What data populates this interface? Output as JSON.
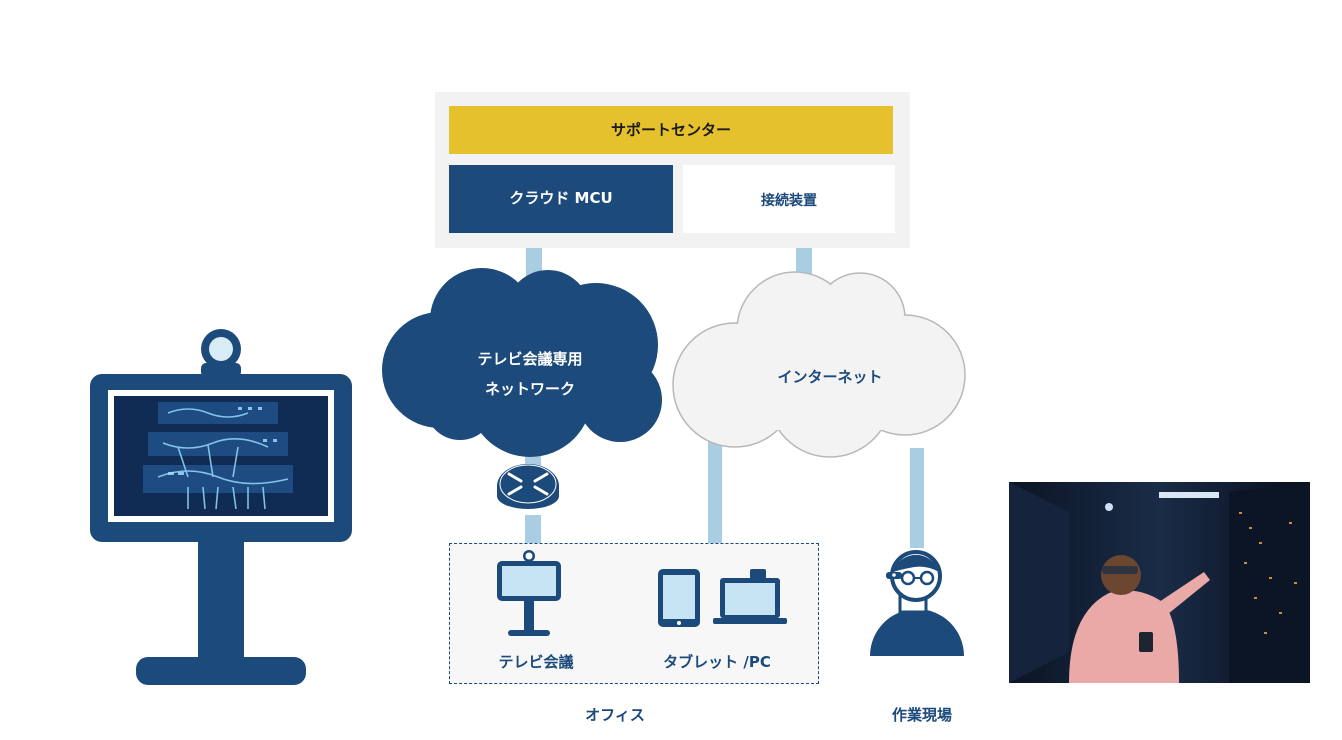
{
  "support_center": {
    "title": "サポートセンター",
    "cloud_mcu": "クラウド MCU",
    "gateway": "接続装置"
  },
  "networks": {
    "dedicated_line1": "テレビ会議専用",
    "dedicated_line2": "ネットワーク",
    "internet": "インターネット"
  },
  "office": {
    "video_conf_label": "テレビ会議",
    "tablet_pc_label": "タブレット /PC",
    "caption": "オフィス"
  },
  "field": {
    "caption": "作業現場"
  },
  "colors": {
    "navy": "#1b4a7b",
    "gold": "#e6c12e",
    "connector": "#a9cde2",
    "panel_bg": "#f2f2f2",
    "cloud_light": "#f3f3f3"
  }
}
